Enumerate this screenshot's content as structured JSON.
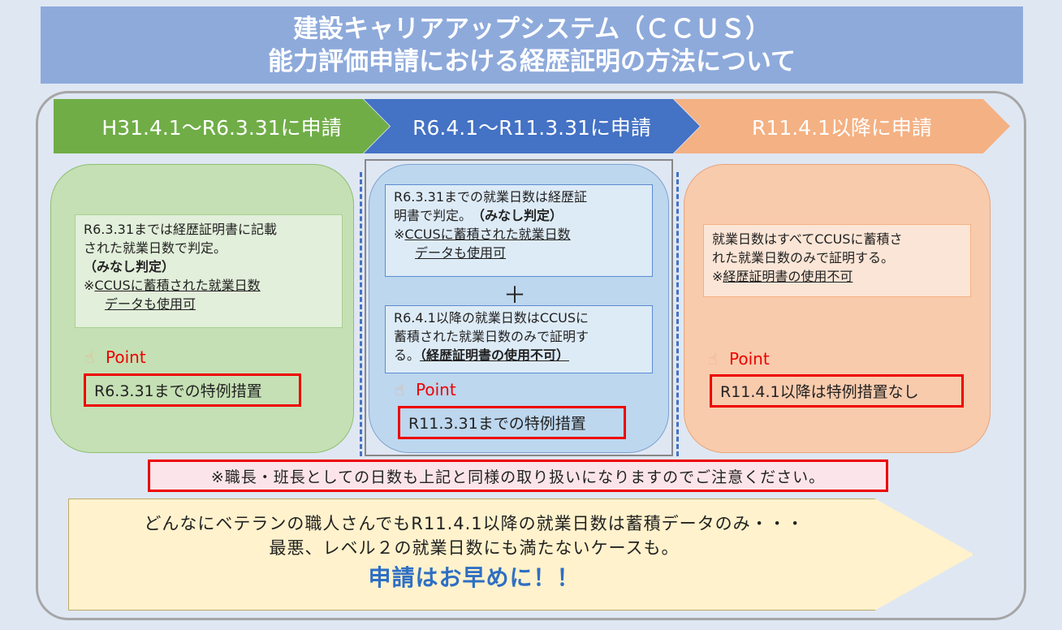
{
  "title": {
    "line1": "建設キャリアアップシステム（ＣＣＵＳ）",
    "line2": "能力評価申請における経歴証明の方法について"
  },
  "periods": [
    {
      "label": "H31.4.1～R6.3.31に申請",
      "color": "#70ad47"
    },
    {
      "label": "R6.4.1～R11.3.31に申請",
      "color": "#4472c4"
    },
    {
      "label": "R11.4.1以降に申請",
      "color": "#f4b183"
    }
  ],
  "col1": {
    "l1": "R6.3.31までは経歴証明書に記載",
    "l2": "された就業日数で判定。",
    "l3": "（みなし判定）",
    "l4pre": "※",
    "l4": "CCUSに蓄積された就業日数",
    "l5": "データも使用可",
    "point": "Point",
    "measure": "R6.3.31までの特例措置"
  },
  "col2": {
    "a1": "R6.3.31までの就業日数は経歴証",
    "a2": "明書で判定。",
    "a2b": "（みなし判定）",
    "a3pre": "※",
    "a3": "CCUSに蓄積された就業日数",
    "a4": "データも使用可",
    "plus": "＋",
    "b1": "R6.4.1以降の就業日数はCCUSに",
    "b2": "蓄積された就業日数のみで証明す",
    "b3": "る。",
    "b3b": "（経歴証明書の使用不可）",
    "point": "Point",
    "measure": "R11.3.31までの特例措置"
  },
  "col3": {
    "l1": "就業日数はすべてCCUSに蓄積さ",
    "l2": "れた就業日数のみで証明する。",
    "l3pre": "※",
    "l3": "経歴証明書の使用不可",
    "point": "Point",
    "measure": "R11.4.1以降は特例措置なし"
  },
  "caution": "※職長・班長としての日数も上記と同様の取り扱いになりますのでご注意ください。",
  "bottom": {
    "l1": "どんなにベテランの職人さんでもR11.4.1以降の就業日数は蓄積データのみ・・・",
    "l2": "最悪、レベル２の就業日数にも満たないケースも。",
    "l3": "申請はお早めに！！"
  }
}
